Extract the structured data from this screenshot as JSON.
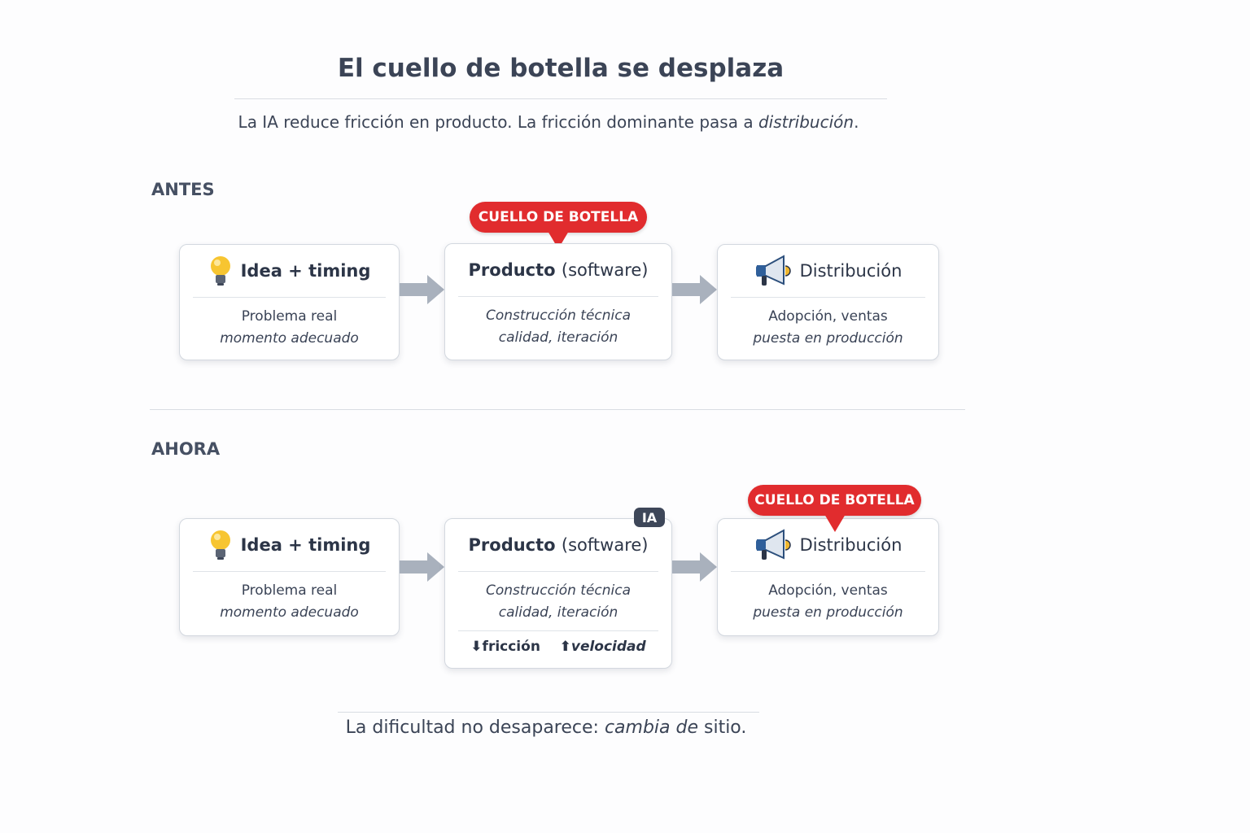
{
  "title": "El cuello de botella se desplaza",
  "subtitle": {
    "text": "La IA reduce fricción en producto. La fricción dominante pasa a ",
    "emphasis": "distribución",
    "end": "."
  },
  "badge_label": "CUELLO DE BOTELLA",
  "colors": {
    "badge": "#e12c2e",
    "arrow": "#a9b1bd",
    "text": "#2f3a4c"
  },
  "before": {
    "label": "ANTES",
    "idea": {
      "icon": "lightbulb-icon",
      "title": "Idea + timing",
      "line1": "Problema real",
      "line2": "momento adecuado"
    },
    "product": {
      "title_bold": "Producto",
      "title_light": "(software)",
      "line1": "Construcción técnica",
      "line2": "calidad, iteración"
    },
    "distribution": {
      "icon": "megaphone-icon",
      "title": "Distribución",
      "line1": "Adopción, ventas",
      "line2": "puesta en producción"
    }
  },
  "now": {
    "label": "AHORA",
    "idea": {
      "icon": "lightbulb-icon",
      "title": "Idea + timing",
      "line1": "Problema real",
      "line2": "momento adecuado"
    },
    "product": {
      "title_bold": "Producto",
      "title_light": "(software)",
      "badge": "IA",
      "line1": "Construcción técnica",
      "line2": "calidad, iteración",
      "friction": "fricción",
      "velocity": "velocidad"
    },
    "distribution": {
      "icon": "megaphone-icon",
      "title": "Distribución",
      "line1": "Adopción, ventas",
      "line2": "puesta en producción"
    }
  },
  "conclusion": {
    "start": "La dificultad no desaparece: ",
    "emphasis": "cambia de",
    "end": " sitio."
  }
}
